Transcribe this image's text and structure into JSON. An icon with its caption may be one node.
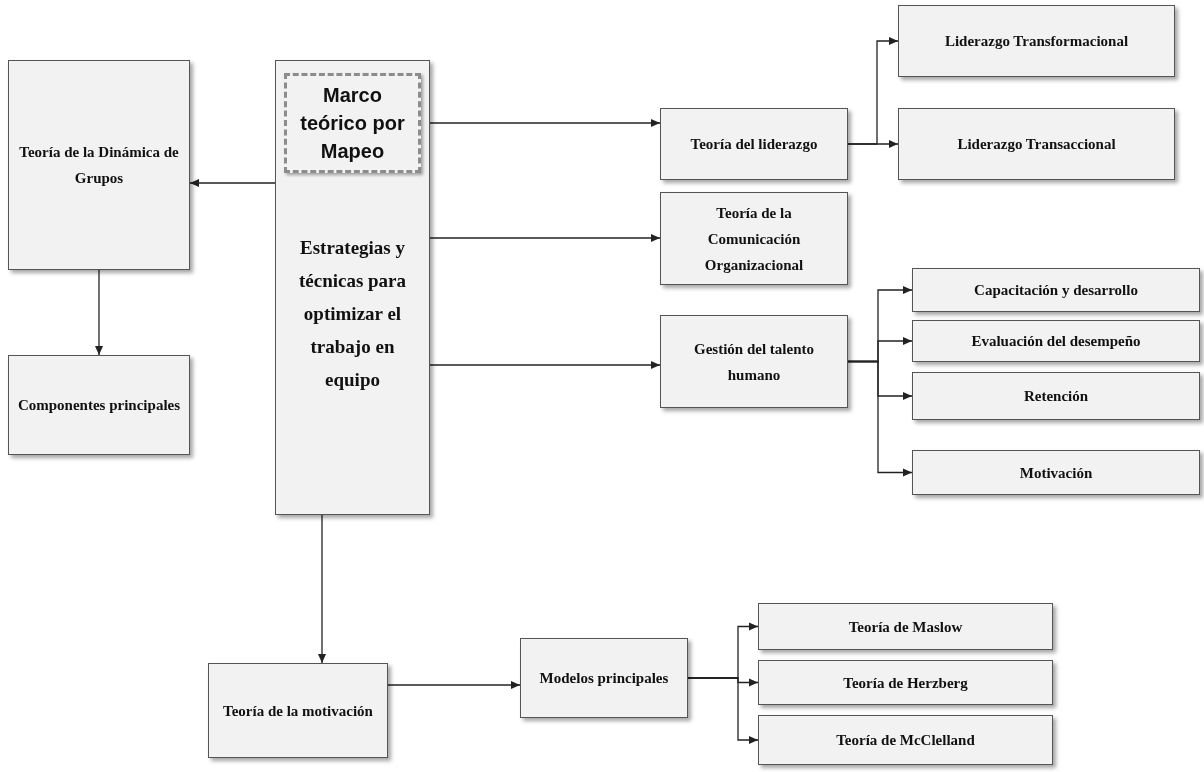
{
  "diagram": {
    "nodes": [
      {
        "text": [
          "Teoría de la Dinámica de Grupos"
        ]
      },
      {
        "text": [
          "Componentes principales"
        ]
      },
      {
        "text": [
          "Estrategias y técnicas para optimizar el trabajo en equipo"
        ]
      },
      {
        "text": [
          "Marco teórico por Mapeo"
        ],
        "in": 2
      },
      {
        "text": [
          "Teoría del liderazgo"
        ]
      },
      {
        "text": [
          "Liderazgo Transformacional"
        ]
      },
      {
        "text": [
          "Liderazgo Transaccional"
        ]
      },
      {
        "text": [
          "Teoría de la Comunicación Organizacional"
        ]
      },
      {
        "text": [
          "Gestión del talento humano"
        ]
      },
      {
        "text": [
          "Capacitación y desarrollo"
        ]
      },
      {
        "text": [
          "Evaluación del desempeño"
        ]
      },
      {
        "text": [
          "Retención"
        ]
      },
      {
        "text": [
          "Motivación"
        ]
      },
      {
        "text": [
          "Teoría de la motivación"
        ]
      },
      {
        "text": [
          "Modelos principales"
        ]
      },
      {
        "text": [
          "Teoría  de Maslow"
        ]
      },
      {
        "text": [
          "Teoría de Herzberg"
        ]
      },
      {
        "text": [
          "Teoría de McClelland"
        ]
      }
    ],
    "edges": [
      {
        "from": 2,
        "to": 0,
        "arrow": "to"
      },
      {
        "from": 0,
        "to": 1,
        "arrow": "to"
      },
      {
        "from": 2,
        "to": 4,
        "arrow": "to"
      },
      {
        "from": 4,
        "to": 5,
        "arrow": "to"
      },
      {
        "from": 4,
        "to": 6,
        "arrow": "to"
      },
      {
        "from": 2,
        "to": 7,
        "arrow": "to"
      },
      {
        "from": 2,
        "to": 8,
        "arrow": "to"
      },
      {
        "from": 8,
        "to": 9,
        "arrow": "to"
      },
      {
        "from": 8,
        "to": 10,
        "arrow": "to"
      },
      {
        "from": 8,
        "to": 11,
        "arrow": "to"
      },
      {
        "from": 8,
        "to": 12,
        "arrow": "to"
      },
      {
        "from": 2,
        "to": 13,
        "arrow": "to"
      },
      {
        "from": 13,
        "to": 14,
        "arrow": "to"
      },
      {
        "from": 14,
        "to": 15,
        "arrow": "to"
      },
      {
        "from": 14,
        "to": 16,
        "arrow": "to"
      },
      {
        "from": 14,
        "to": 17,
        "arrow": "to"
      }
    ]
  }
}
